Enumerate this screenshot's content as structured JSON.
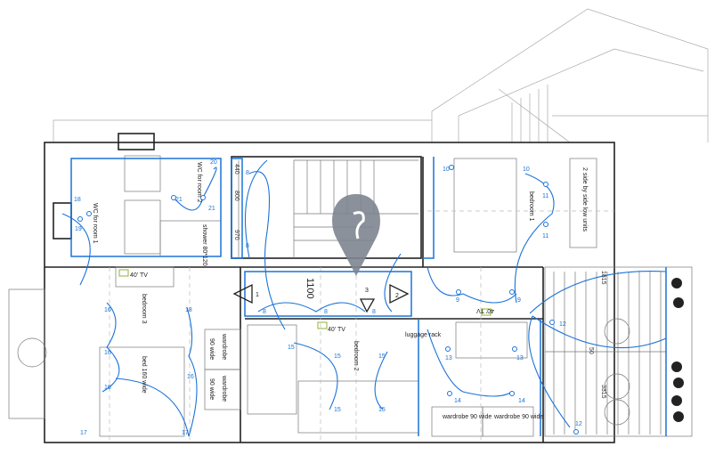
{
  "rooms": {
    "wc_room1": "WC for room 1",
    "wc_room2": "WC for room 2",
    "shower": "shower 80*120",
    "bedroom1": "bedroom 1",
    "bedroom2": "bedroom 2",
    "bedroom3": "bedroom 3"
  },
  "furniture": {
    "bed": "bed 160 wide",
    "wardrobe_a": "wardrobe 90 wide",
    "wardrobe_b": "wardrobe 90 wide",
    "wardrobe_c": "wardrobe",
    "wardrobe_c2": "90 wide",
    "wardrobe_d": "wardrobe",
    "wardrobe_d2": "90 wide",
    "tv_1": "40' TV",
    "tv_2": "40' TV",
    "tv_3": "40' TV",
    "luggage": "luggage rack",
    "low_units": "2 side by side low units"
  },
  "dimensions": {
    "d440": "440",
    "d800": "800",
    "d970": "970",
    "d1100": "1100",
    "d1815": "1815",
    "d50": "50",
    "d3315": "3315"
  },
  "section_markers": [
    "1",
    "2",
    "3"
  ],
  "circuits": [
    "18",
    "19",
    "20",
    "21",
    "21",
    "8",
    "8",
    "8",
    "8",
    "8",
    "10",
    "10",
    "11",
    "11",
    "9",
    "9",
    "16",
    "16",
    "16",
    "17",
    "17",
    "18",
    "16",
    "15",
    "15",
    "15",
    "15",
    "15",
    "13",
    "13",
    "14",
    "14",
    "12",
    "12"
  ],
  "colors": {
    "circuit": "#1a73d9",
    "walls": "#222222",
    "pin": "#7d8590",
    "tv": "#8fb33a"
  }
}
